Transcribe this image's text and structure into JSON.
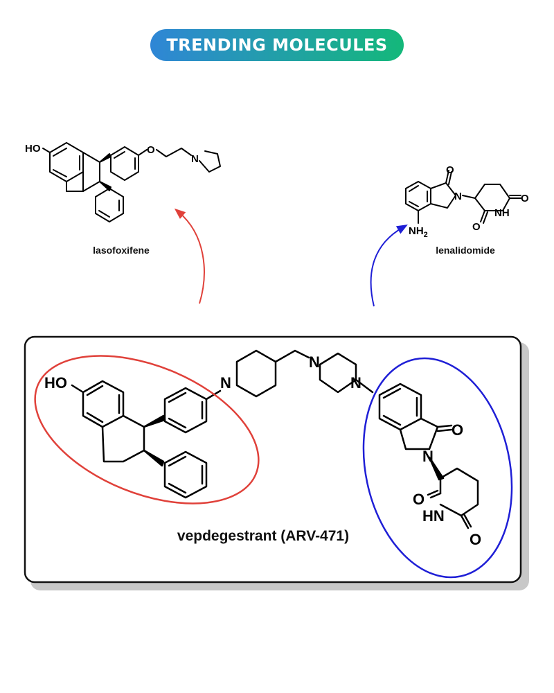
{
  "banner": {
    "title": "TRENDING MOLECULES",
    "gradient_start": "#2f86d6",
    "gradient_end": "#14b87a"
  },
  "molecules": {
    "top_left": {
      "name": "lasofoxifene"
    },
    "top_right": {
      "name": "lenalidomide"
    },
    "main": {
      "name": "vepdegestrant (ARV-471)"
    }
  },
  "atoms": {
    "ho": "HO",
    "o": "O",
    "n": "N",
    "nh": "NH",
    "hn": "HN",
    "nh2_main": "NH",
    "nh2_sub": "2"
  },
  "colors": {
    "red_highlight": "#e0413a",
    "blue_highlight": "#1f1fd6",
    "box_border": "#111111",
    "box_shadow": "#c8c8c8"
  },
  "arrows": [
    {
      "from": "main",
      "to": "top_left",
      "color": "red"
    },
    {
      "from": "main",
      "to": "top_right",
      "color": "blue"
    }
  ]
}
